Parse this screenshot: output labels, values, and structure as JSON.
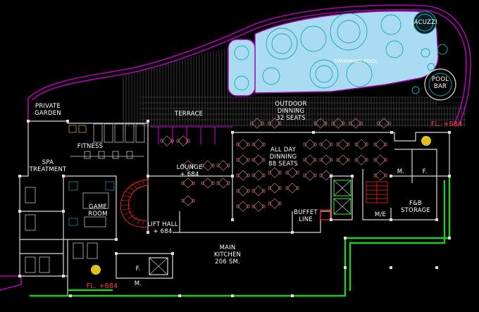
{
  "labels": {
    "jacuzzi": "JACUZZI",
    "swimming_pool": "SWIMMING POOL",
    "pool_bar_line1": "POOL",
    "pool_bar_line2": "BAR",
    "private_garden_line1": "PRIVATE",
    "private_garden_line2": "GARDEN",
    "terrace": "TERRACE",
    "outdoor_dining_line1": "OUTDOOR",
    "outdoor_dining_line2": "DINNING",
    "outdoor_dining_line3": "32 SEATS",
    "fitness": "FITNESS",
    "all_day_dining_line1": "ALL DAY",
    "all_day_dining_line2": "DINNING",
    "all_day_dining_line3": "88 SEATS",
    "spa_line1": "SPA",
    "spa_line2": "TREATMENT",
    "lounge_line1": "LOUNGE",
    "lounge_line2": "+ 684",
    "game_room_line1": "GAME",
    "game_room_line2": "ROOM",
    "lift_hall_line1": "LIFT HALL",
    "lift_hall_line2": "+ 684",
    "buffet_line1": "BUFFET",
    "buffet_line2": "LINE",
    "main_kitchen_line1": "MAIN",
    "main_kitchen_line2": "KITCHEN",
    "main_kitchen_line3": "206 SM.",
    "me": "M/E",
    "fb_storage_line1": "F&B",
    "fb_storage_line2": "STORAGE",
    "m_upper": "M.",
    "f_upper": "F.",
    "m_lower": "M.",
    "f_lower": "F.",
    "fl_top": "FL. +684",
    "fl_bottom": "FL. +684"
  },
  "colors": {
    "background": "#000000",
    "walls": "#d9d9d9",
    "boundary": "#b000b0",
    "pool_fill": "#a9dcf2",
    "pool_lines": "#1aa6b0",
    "service_corridor": "#22cc22",
    "stair": "#ff2020",
    "furniture": "#c07a7a",
    "deck_lines": "#8a8a8a",
    "columns": "#dddddd"
  }
}
